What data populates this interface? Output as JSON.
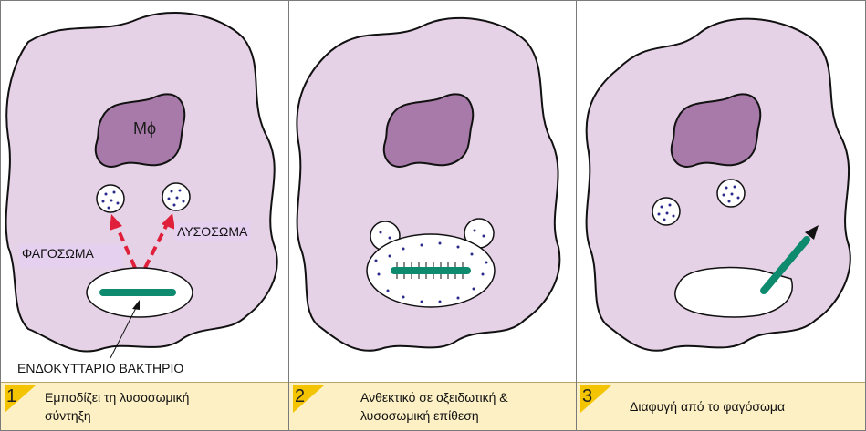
{
  "panels": [
    {
      "number": "1",
      "caption_line1": "Εμποδίζει τη  λυσοσωμική",
      "caption_line2": "σύντηξη",
      "nucleus_label": "Μϕ",
      "phagosome_label": "ΦΑΓΟΣΩΜΑ",
      "lysosome_label": "ΛΥΣΟΣΩΜΑ",
      "bacterium_label": "ΕΝΔΟΚΥΤΤΑΡΙΟ ΒΑΚΤΗΡΙΟ"
    },
    {
      "number": "2",
      "caption_line1": "Ανθεκτικό σε οξειδωτική &",
      "caption_line2": "λυσοσωμική επίθεση"
    },
    {
      "number": "3",
      "caption_line1": "Διαφυγή από το φαγόσωμα"
    }
  ],
  "colors": {
    "cell": "#e6d2e6",
    "nucleus": "#a87aaa",
    "bacterium": "#0e8a6e",
    "arrow": "#e0203a",
    "dots": "#2a2a8a",
    "caption_bg": "#fdf0c4",
    "number_triangle": "#f4c400"
  }
}
